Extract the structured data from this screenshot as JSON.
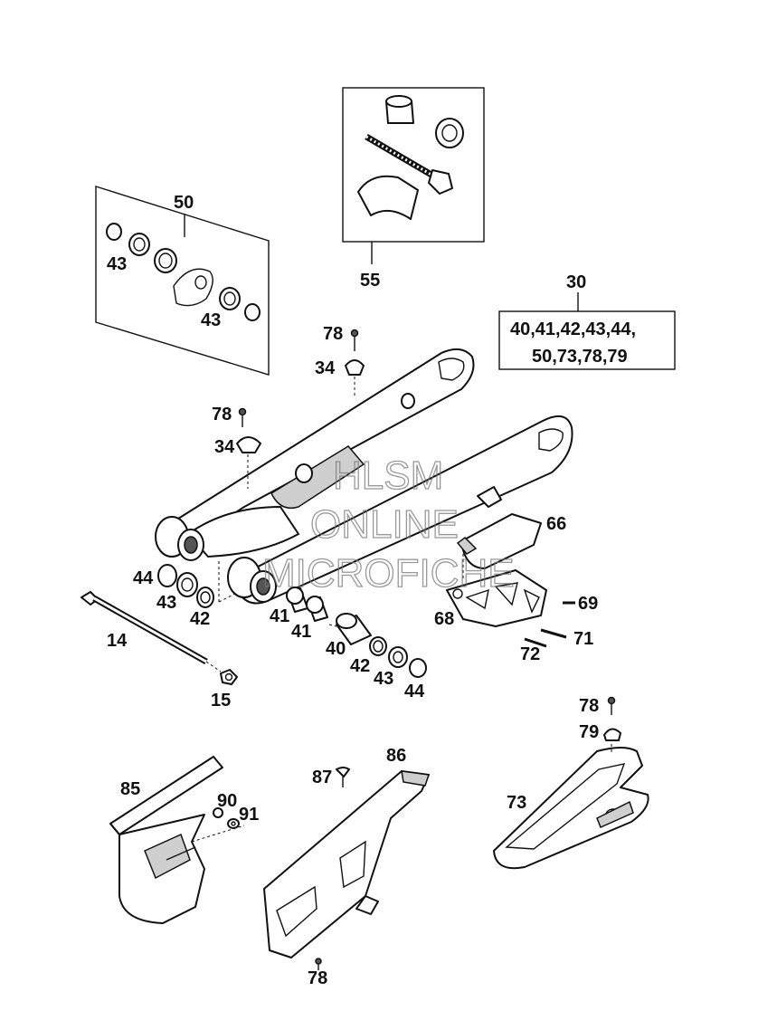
{
  "callouts": {
    "c50": "50",
    "c43a": "43",
    "c43b": "43",
    "c55": "55",
    "c30": "30",
    "kit_line1": "40,41,42,43,44,",
    "kit_line2": "50,73,78,79",
    "c78a": "78",
    "c34a": "34",
    "c78b": "78",
    "c34b": "34",
    "c66": "66",
    "c69": "69",
    "c68": "68",
    "c71": "71",
    "c72": "72",
    "c44a": "44",
    "c43c": "43",
    "c42a": "42",
    "c41a": "41",
    "c41b": "41",
    "c14": "14",
    "c15": "15",
    "c40": "40",
    "c42b": "42",
    "c43d": "43",
    "c44b": "44",
    "c78c": "78",
    "c79": "79",
    "c85": "85",
    "c90": "90",
    "c91": "91",
    "c87": "87",
    "c86": "86",
    "c73": "73",
    "c78d": "78"
  },
  "watermark": {
    "line1": "HLSM",
    "line2": "ONLINE",
    "line3": "MICROFICHE"
  }
}
